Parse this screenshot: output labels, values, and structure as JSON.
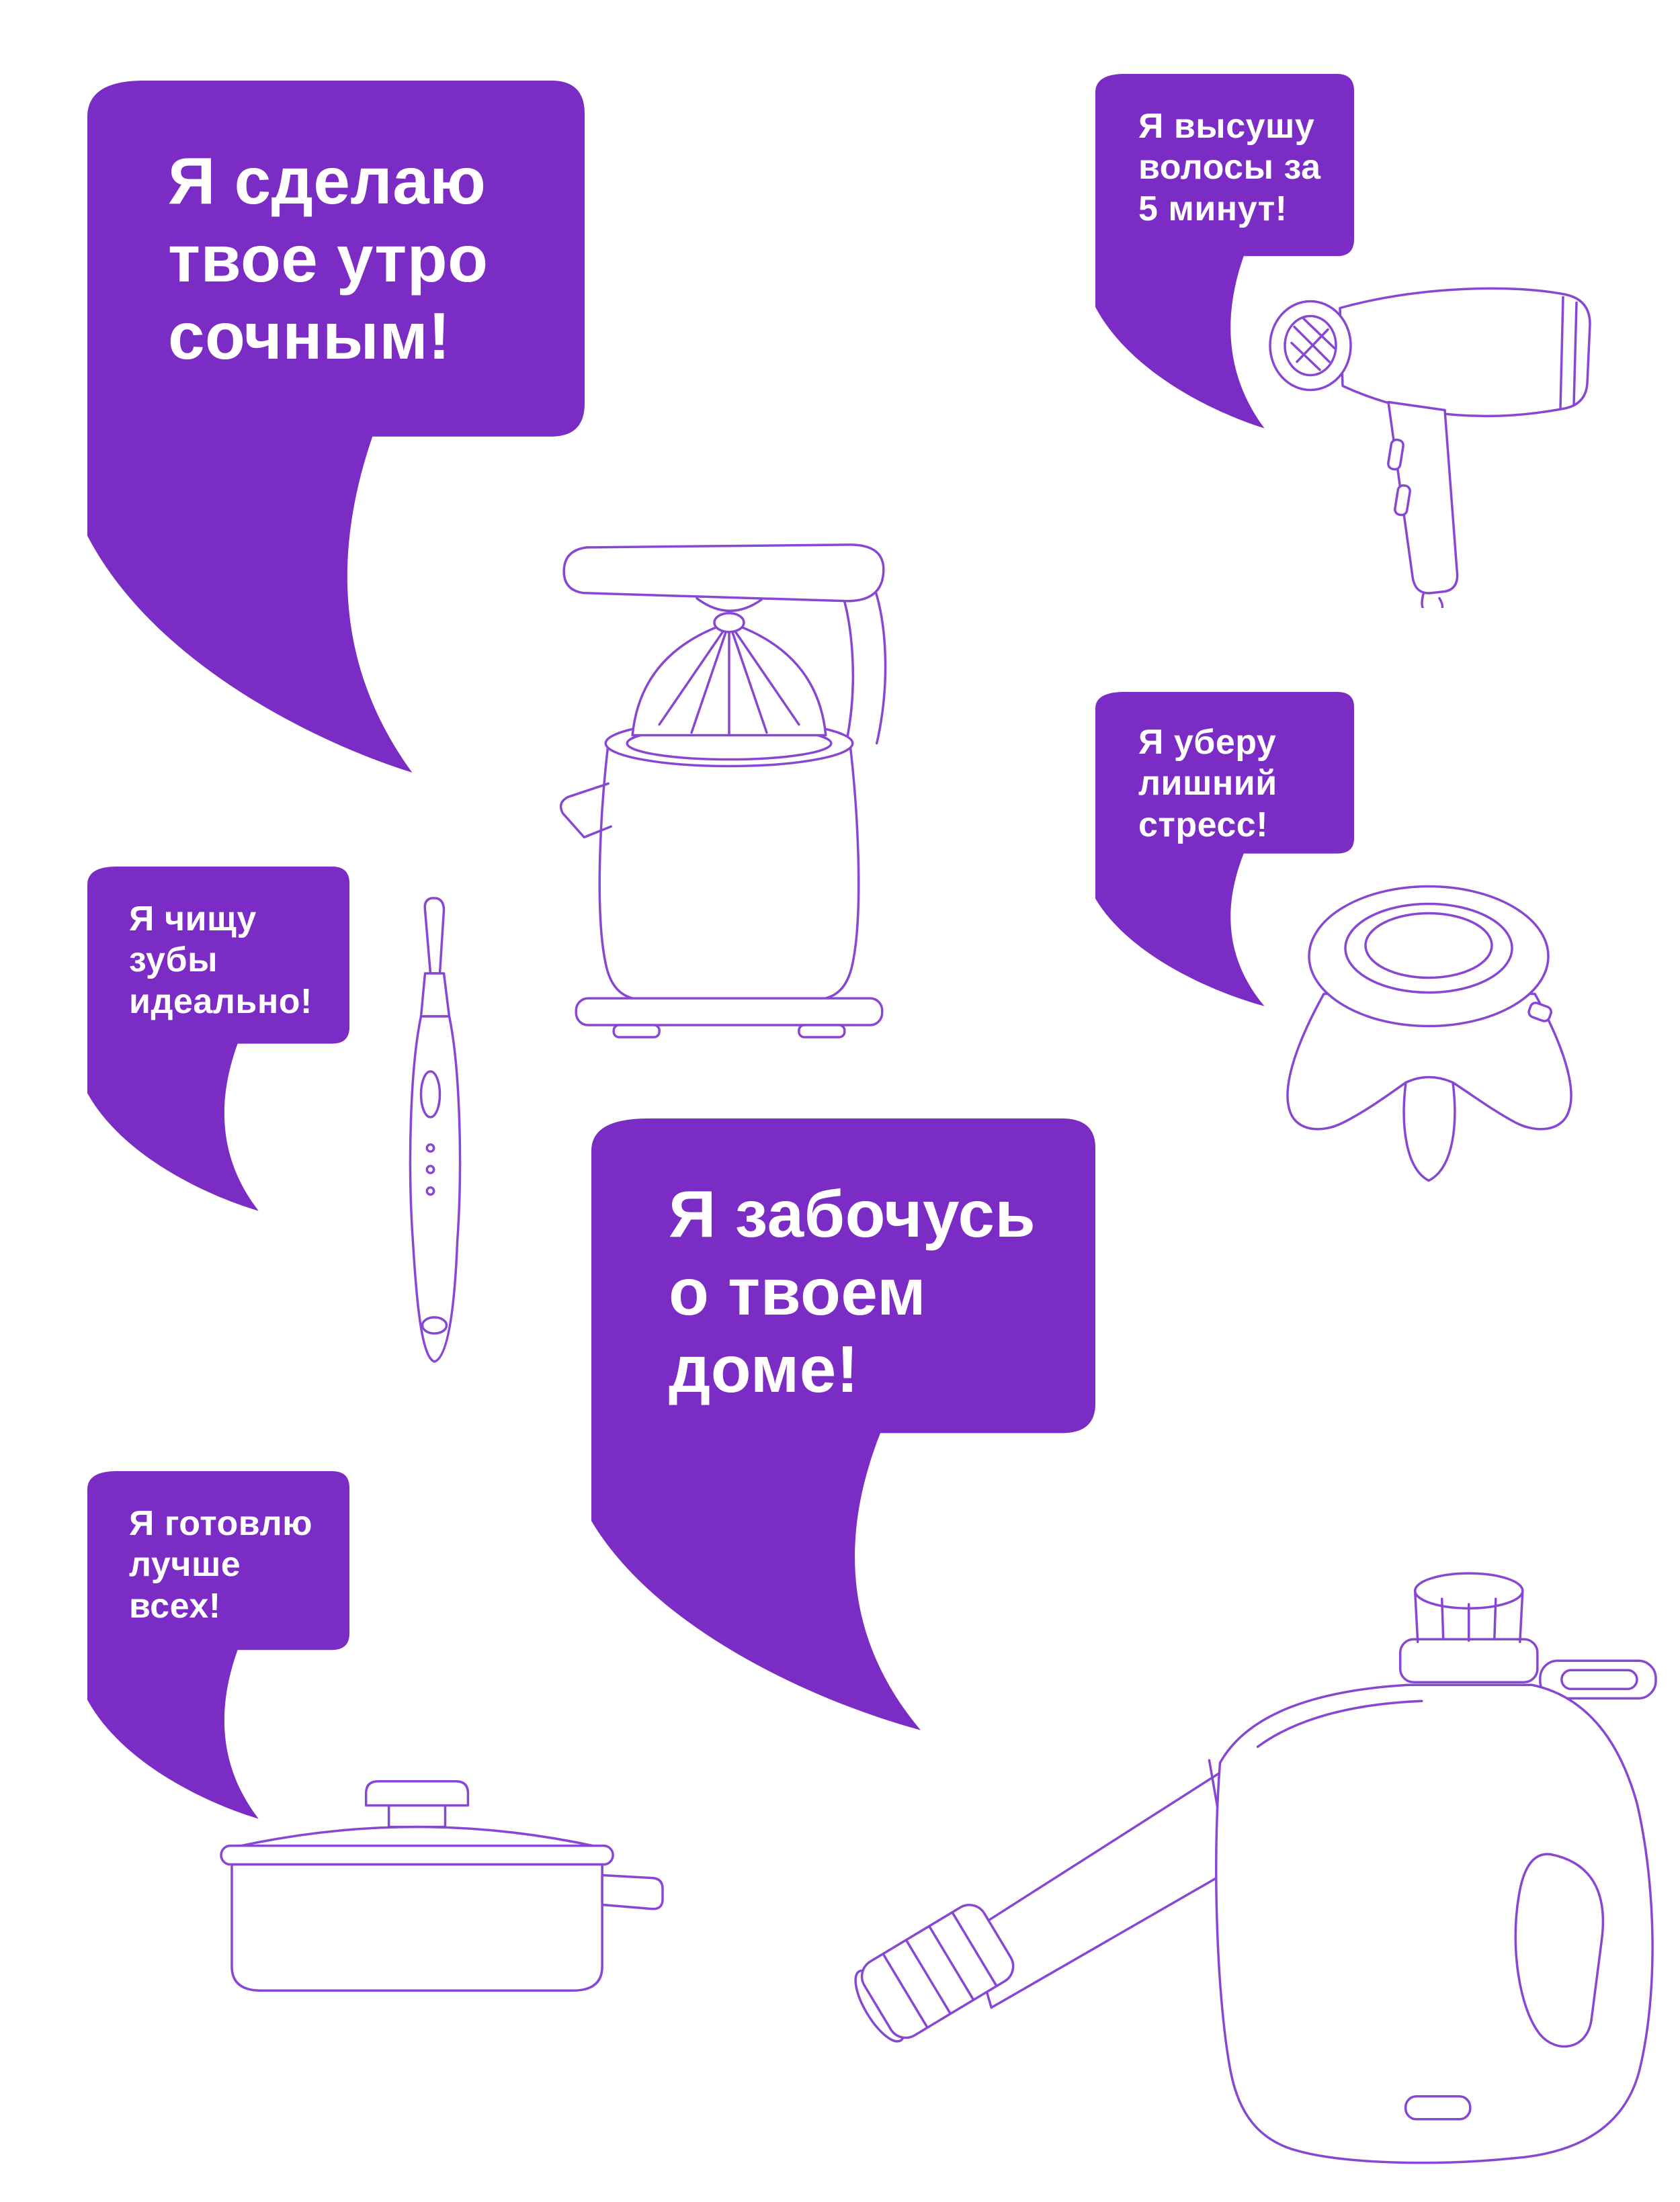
{
  "colors": {
    "accent": "#7b2cc4",
    "line": "#8747d2",
    "background": "#ffffff",
    "text": "#ffffff"
  },
  "poster": {
    "bubbles": [
      {
        "name": "juice",
        "lines": [
          "Я сделаю",
          "твое утро",
          "сочным!"
        ]
      },
      {
        "name": "hair",
        "lines": [
          "Я высушу",
          "волосы за",
          "5 минут!"
        ]
      },
      {
        "name": "teeth",
        "lines": [
          "Я чищу",
          "зубы",
          "идеально!"
        ]
      },
      {
        "name": "stress",
        "lines": [
          "Я уберу",
          "лишний",
          "стресс!"
        ]
      },
      {
        "name": "home",
        "lines": [
          "Я забочусь",
          "о твоем",
          "доме!"
        ]
      },
      {
        "name": "cook",
        "lines": [
          "Я готовлю",
          "лучше",
          "всех!"
        ]
      }
    ],
    "illustrations": [
      "citrus-juicer",
      "hair-dryer",
      "water-flosser",
      "hand-massager",
      "saucepan",
      "steam-cleaner"
    ]
  }
}
